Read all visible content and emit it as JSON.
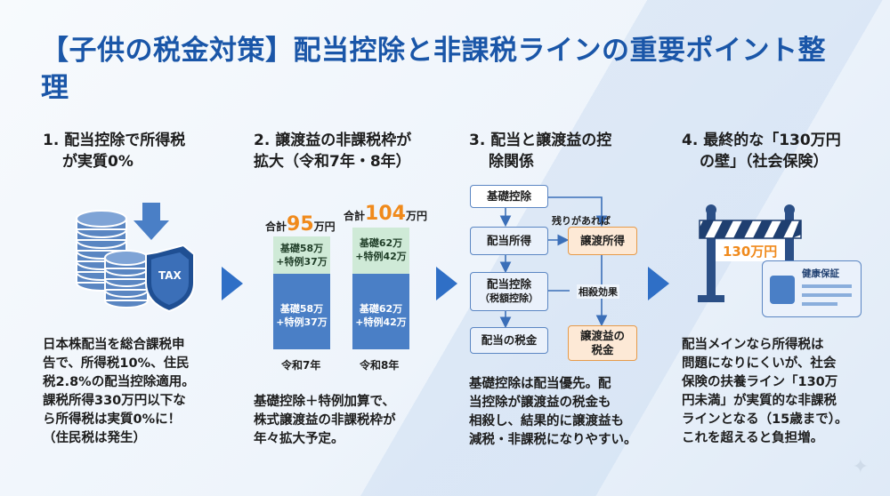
{
  "title": "【子供の税金対策】配当控除と非課税ラインの重要ポイント整理",
  "columns": [
    {
      "heading_line1": "1. 配当控除で所得税",
      "heading_line2": "が実質0%",
      "icon_text": "TAX",
      "body": [
        "日本株配当を総合課税申",
        "告で、所得税10%、住民",
        "税2.8%の配当控除適用。",
        "課税所得330万円以下な",
        "ら所得税は実質0%に！",
        "（住民税は発生）"
      ]
    },
    {
      "heading_line1": "2. 譲渡益の非課税枠が",
      "heading_line2": "拡大（令和7年・8年）",
      "bars": [
        {
          "total_prefix": "合計",
          "total": "95",
          "total_suffix": "万円",
          "top_line1": "基礎58万",
          "top_line2": "+特例37万",
          "bottom_line1": "基礎58万",
          "bottom_line2": "+特例37万",
          "year": "令和7年"
        },
        {
          "total_prefix": "合計",
          "total": "104",
          "total_suffix": "万円",
          "top_line1": "基礎62万",
          "top_line2": "+特例42万",
          "bottom_line1": "基礎62万",
          "bottom_line2": "+特例42万",
          "year": "令和8年"
        }
      ],
      "body": [
        "基礎控除＋特例加算で、",
        "株式譲渡益の非課税枠が",
        "年々拡大予定。"
      ]
    },
    {
      "heading_line1": "3. 配当と譲渡益の控",
      "heading_line2": "除関係",
      "flow": {
        "basic": "基礎控除",
        "dividend_income": "配当所得",
        "transfer_income": "譲渡所得",
        "if_remaining": "残りがあれば",
        "dividend_deduction_line1": "配当控除",
        "dividend_deduction_line2": "（税額控除）",
        "offset": "相殺効果",
        "dividend_tax": "配当の税金",
        "transfer_tax_line1": "譲渡益の",
        "transfer_tax_line2": "税金"
      },
      "body": [
        "基礎控除は配当優先。配",
        "当控除が譲渡益の税金も",
        "相殺し、結果的に譲渡益も",
        "減税・非課税になりやすい。"
      ]
    },
    {
      "heading_line1": "4. 最終的な「130万円",
      "heading_line2": "の壁」（社会保険）",
      "barrier_label": "130万円",
      "card_label": "健康保証",
      "body": [
        "配当メインなら所得税は",
        "問題になりにくいが、社会",
        "保険の扶養ライン「130万",
        "円未満」が実質的な非課税",
        "ラインとなる（15歳まで）。",
        "これを超えると負担増。"
      ]
    }
  ],
  "colors": {
    "accent": "#1a56a8",
    "arrow": "#2f6fc6",
    "orange": "#f08a1c",
    "bar_blue": "#4a7fc6",
    "bar_green": "#cfead7"
  }
}
